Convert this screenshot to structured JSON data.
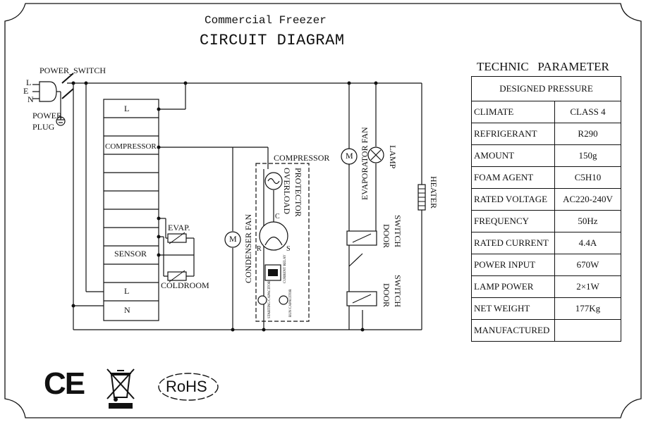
{
  "header": {
    "product": "Commercial Freezer",
    "title": "CIRCUIT DIAGRAM"
  },
  "params": {
    "title": "TECHNIC   PARAMETER",
    "designed_pressure": "DESIGNED PRESSURE",
    "rows": [
      {
        "label": "CLIMATE",
        "value": "CLASS 4"
      },
      {
        "label": "REFRIGERANT",
        "value": "R290"
      },
      {
        "label": "AMOUNT",
        "value": "150g"
      },
      {
        "label": "FOAM AGENT",
        "value": "C5H10"
      },
      {
        "label": "RATED VOLTAGE",
        "value": "AC220-240V"
      },
      {
        "label": "FREQUENCY",
        "value": "50Hz"
      },
      {
        "label": "RATED CURRENT",
        "value": "4.4A"
      },
      {
        "label": "POWER INPUT",
        "value": "670W"
      },
      {
        "label": "LAMP POWER",
        "value": "2×1W"
      },
      {
        "label": "NET WEIGHT",
        "value": "177Kg"
      },
      {
        "label": "MANUFACTURED",
        "value": ""
      }
    ]
  },
  "diagram": {
    "power_switch": "POWER_SWITCH",
    "l": "L",
    "e": "E",
    "n": "N",
    "power_plug_1": "POWER",
    "power_plug_2": "PLUG",
    "terminal_l_top": "L",
    "terminal_compressor": "COMPRESSOR",
    "terminal_sensor": "SENSOR",
    "terminal_l_bottom": "L",
    "terminal_n": "N",
    "evap": "EVAP.",
    "coldroom": "COLDROOM",
    "compressor_label": "COMPRESSOR",
    "overload_1": "OVERLOAD",
    "overload_2": "PROTECTOR",
    "condenser_fan": "CONDENSER FAN",
    "evaporator_fan": "EVAPORATOR FAN",
    "lamp": "LAMP",
    "heater": "HEATER",
    "door_switch_1": "DOOR",
    "door_switch_1b": "SWITCH",
    "door_switch_2": "DOOR",
    "door_switch_2b": "SWITCH",
    "motor_m": "M",
    "comp_c": "C",
    "comp_r": "R",
    "comp_s": "S",
    "starting_cap": "STARTING CAPACITOR",
    "current_relay": "CURRENT RELAY",
    "run_cap": "RUN CAPACITOR"
  },
  "marks": {
    "ce": "CE",
    "rohs": "RoHS"
  }
}
